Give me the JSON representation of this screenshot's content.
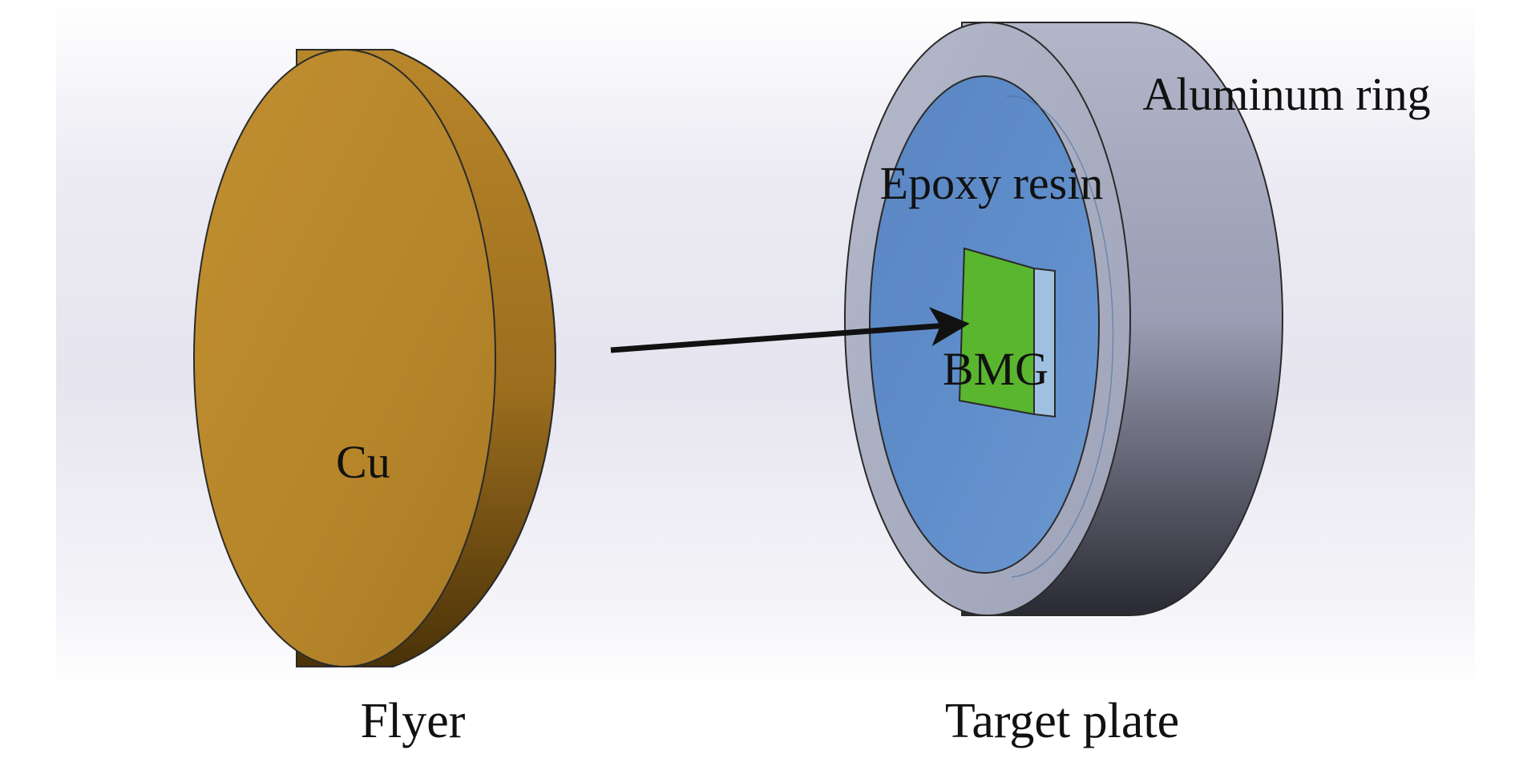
{
  "labels": {
    "cu": "Cu",
    "flyer": "Flyer",
    "aluminum_ring": "Aluminum ring",
    "epoxy_resin": "Epoxy resin",
    "bmg": "BMG",
    "target_plate": "Target plate"
  },
  "colors": {
    "copper_face": "#b8862a",
    "copper_side": "#9a6c1c",
    "aluminum": "#a7acbf",
    "epoxy": "#5b89c6",
    "bmg": "#5ab52f",
    "arrow": "#111111"
  }
}
